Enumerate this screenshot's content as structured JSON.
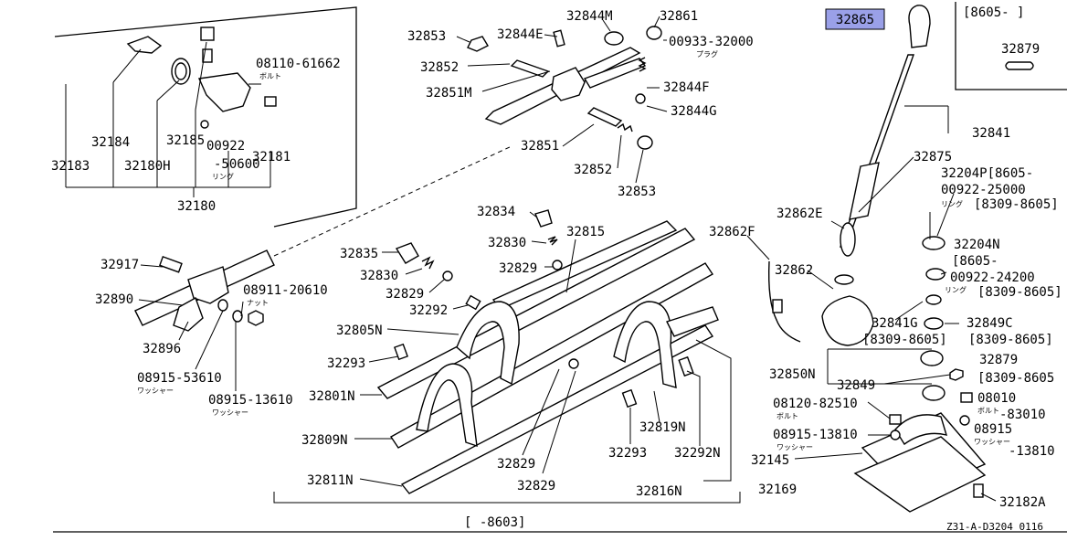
{
  "highlight_part": "32865",
  "highlight_color": "#9aa0e8",
  "footer_code": "Z31-A-D3204  0116",
  "inset_right": {
    "date_range": "[8605-  ]",
    "part": "32879"
  },
  "bottom_range": "[    -8603]",
  "labels": {
    "l32853a": "32853",
    "l32844E": "32844E",
    "l32844M": "32844M",
    "l32861": "32861",
    "l00933": "00933-32000",
    "l32852a": "32852",
    "l32851M": "32851M",
    "l32844F": "32844F",
    "l32844G": "32844G",
    "l32851": "32851",
    "l32852b": "32852",
    "l32853b": "32853",
    "l08110": "08110-61662",
    "l32184": "32184",
    "l32183": "32183",
    "l32180H": "32180H",
    "l32185": "32185",
    "l00922a": "00922",
    "l50600": "-50600",
    "l32181": "32181",
    "l32180": "32180",
    "l32841": "32841",
    "l32875": "32875",
    "l32204P": "32204P[8605-",
    "l00922b": "00922-25000",
    "l8309a": "[8309-8605]",
    "l32862E": "32862E",
    "l32204N": "32204N",
    "l8605b": "[8605-",
    "l00922c": "00922-24200",
    "l8309b": "[8309-8605]",
    "l32862F": "32862F",
    "l32862": "32862",
    "l32841G": "32841G",
    "l32849C": "32849C",
    "l8309c": "[8309-8605]",
    "l8309d": "[8309-8605]",
    "l32879b": "32879",
    "l8309e": "[8309-8605",
    "l32850N": "32850N",
    "l32849": "32849",
    "l08120": "08120-82510",
    "l08010": "08010",
    "l83010": "-83010",
    "l08915a": "08915-13810",
    "l08915b": "08915",
    "l13810": "-13810",
    "l32145": "32145",
    "l32169": "32169",
    "l32182A": "32182A",
    "l32834": "32834",
    "l32815": "32815",
    "l32830a": "32830",
    "l32829a": "32829",
    "l32835": "32835",
    "l32830b": "32830",
    "l32829b": "32829",
    "l32292a": "32292",
    "l32805N": "32805N",
    "l32293a": "32293",
    "l32801N": "32801N",
    "l32809N": "32809N",
    "l32811N": "32811N",
    "l32829c": "32829",
    "l32829d": "32829",
    "l32293b": "32293",
    "l32819N": "32819N",
    "l32292N": "32292N",
    "l32816N": "32816N",
    "l32917": "32917",
    "l32890": "32890",
    "l32896": "32896",
    "l08911": "08911-20610",
    "l08915c": "08915-53610",
    "l08915d": "08915-13610"
  },
  "jp_notes": {
    "bolt": "ボルト",
    "ring": "リング",
    "plug": "プラグ",
    "nut": "ナット",
    "washer": "ワッシャー"
  }
}
